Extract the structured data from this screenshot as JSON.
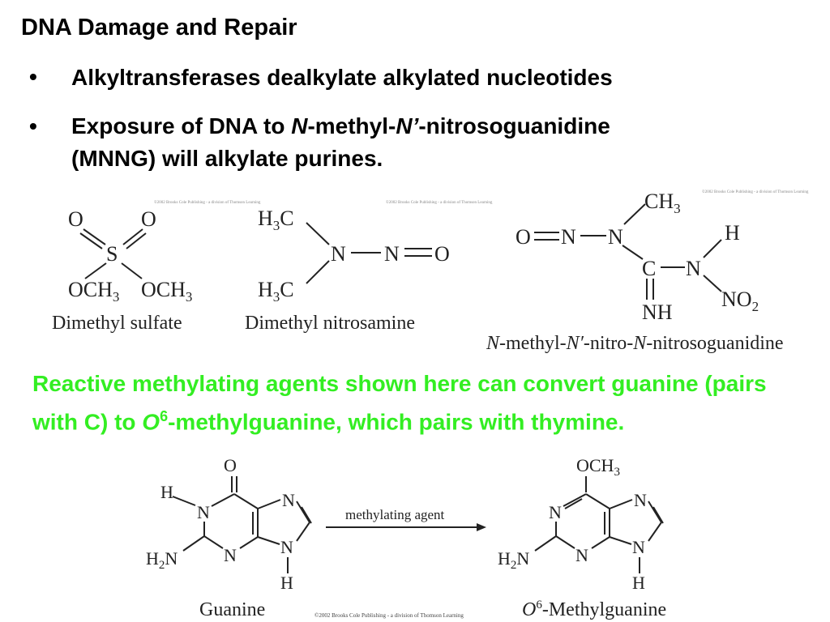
{
  "slide": {
    "title": "DNA Damage and Repair",
    "bullet_symbol": "•",
    "bullet1": "Alkyltransferases dealkylate alkylated nucleotides",
    "bullet2": {
      "part1": "Exposure of DNA to ",
      "italic1": "N",
      "part2": "-methyl-",
      "italic2": "N’",
      "part3": "-nitrosoguanidine",
      "line2": "(MNNG) will alkylate purines."
    },
    "green_text": {
      "part1": "Reactive methylating agents shown here can convert guanine (pairs with C) to ",
      "italic": "O",
      "sup": "6",
      "part2": "-methylguanine, which pairs with thymine."
    },
    "colors": {
      "green": "#33ee22"
    }
  },
  "figures": {
    "compound1": "Dimethyl sulfate",
    "compound2": "Dimethyl nitrosamine",
    "compound3": {
      "i1": "N",
      "t1": "-methyl-",
      "i2": "N′",
      "t2": "-nitro-",
      "i3": "N",
      "t3": "-nitrosoguanidine"
    },
    "guanine": "Guanine",
    "methylguanine": {
      "italic": "O",
      "sup": "6",
      "rest": "-Methylguanine"
    },
    "arrow_label": "methylating agent",
    "copyright_bottom": "©2002 Brooks Cole Publishing - a division of Thomson Learning",
    "copyright_small": "©2002 Brooks Cole Publishing - a division of Thomson Learning"
  }
}
